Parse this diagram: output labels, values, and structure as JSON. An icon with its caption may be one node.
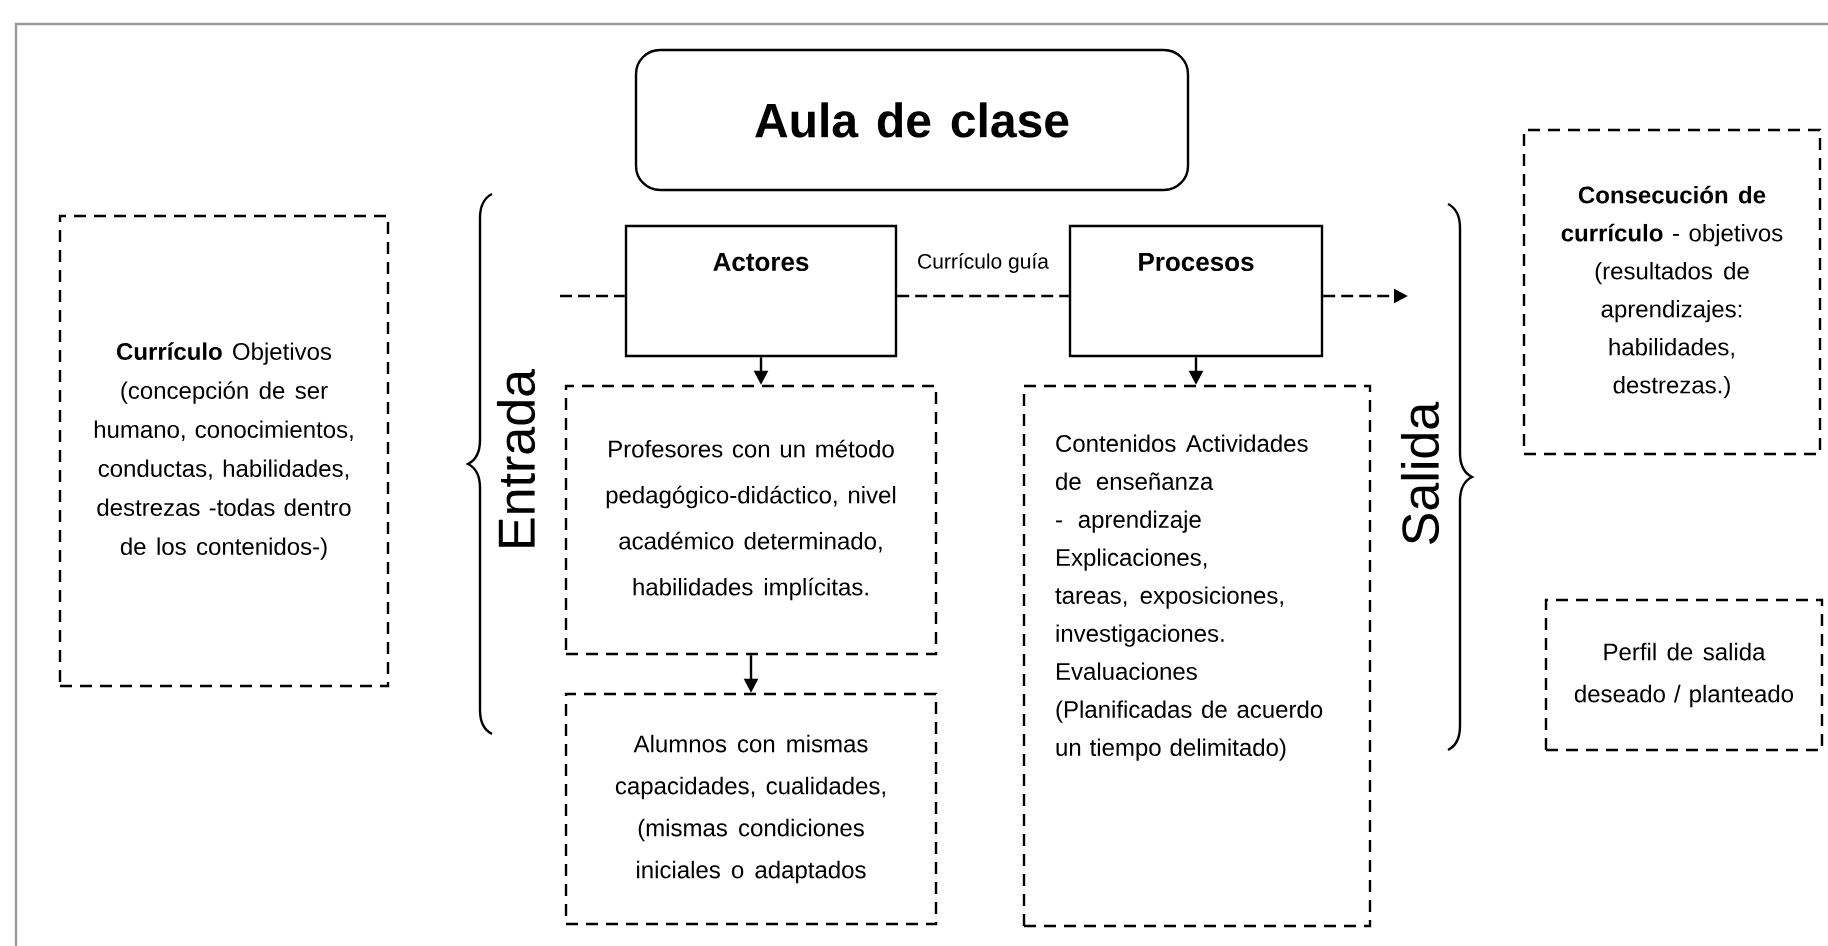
{
  "diagram": {
    "nodes": [
      {
        "text": [
          "Aula de clase"
        ]
      },
      {
        "text": [
          "**Currículo** Objetivos (concepción de ser humano, conocimientos, conductas, habilidades, destrezas -todas dentro de los contenidos-)"
        ]
      },
      {
        "text": [
          "Actores"
        ]
      },
      {
        "text": [
          "Procesos"
        ]
      },
      {
        "text": [
          "Profesores con un método pedagógico-didáctico, nivel académico determinado, habilidades implícitas."
        ]
      },
      {
        "text": [
          "Alumnos con mismas capacidades, cualidades, (mismas condiciones iniciales o adaptados"
        ]
      },
      {
        "text": [
          "Contenidos Actividades de enseñanza - aprendizaje Explicaciones, tareas, exposiciones, investigaciones. Evaluaciones (Planificadas de acuerdo un tiempo delimitado)"
        ]
      },
      {
        "text": [
          "**Consecución de currículo** - objetivos (resultados de aprendizajes: habilidades, destrezas.)"
        ]
      },
      {
        "text": [
          "Perfil de salida deseado / planteado"
        ]
      }
    ],
    "edges": [
      {
        "from": null,
        "to": 2,
        "arrow": "none",
        "style": "dashed"
      },
      {
        "from": 2,
        "to": 3,
        "arrow": "none",
        "style": "dashed",
        "label": "Currículo guía"
      },
      {
        "from": 3,
        "to": null,
        "arrow": "to",
        "style": "dashed"
      },
      {
        "from": 2,
        "to": 4,
        "arrow": "to"
      },
      {
        "from": 3,
        "to": 6,
        "arrow": "to"
      },
      {
        "from": 4,
        "to": 5,
        "arrow": "to"
      }
    ],
    "labels": [
      "Entrada",
      "Salida"
    ]
  }
}
